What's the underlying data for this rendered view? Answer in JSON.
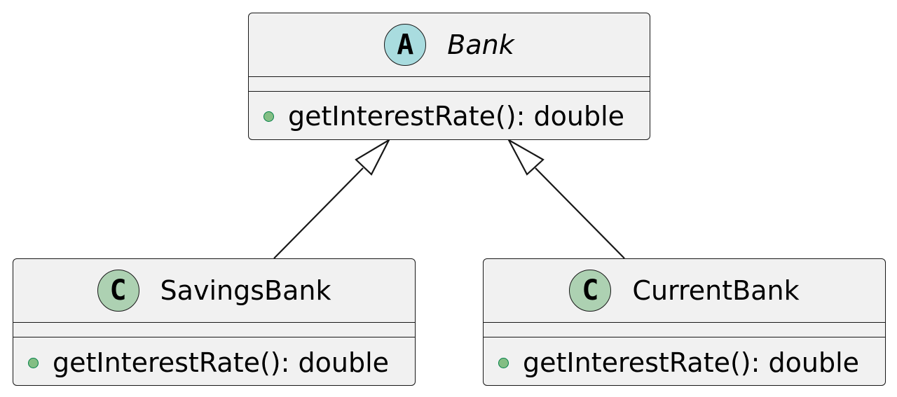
{
  "diagram": {
    "classes": [
      {
        "id": "bank",
        "stereotype_letter": "A",
        "stereotype_color": "#a9dcdf",
        "name": "Bank",
        "abstract": true,
        "methods": [
          {
            "visibility": "public",
            "signature": "getInterestRate(): double"
          }
        ]
      },
      {
        "id": "savings",
        "stereotype_letter": "C",
        "stereotype_color": "#add1b2",
        "name": "SavingsBank",
        "abstract": false,
        "methods": [
          {
            "visibility": "public",
            "signature": "getInterestRate(): double"
          }
        ]
      },
      {
        "id": "current",
        "stereotype_letter": "C",
        "stereotype_color": "#add1b2",
        "name": "CurrentBank",
        "abstract": false,
        "methods": [
          {
            "visibility": "public",
            "signature": "getInterestRate(): double"
          }
        ]
      }
    ],
    "relations": [
      {
        "type": "generalization",
        "from": "savings",
        "to": "bank"
      },
      {
        "type": "generalization",
        "from": "current",
        "to": "bank"
      }
    ],
    "colors": {
      "box_fill": "#f1f1f1",
      "border": "#181818",
      "public_dot_fill": "#84be84",
      "public_dot_border": "#038048"
    }
  }
}
